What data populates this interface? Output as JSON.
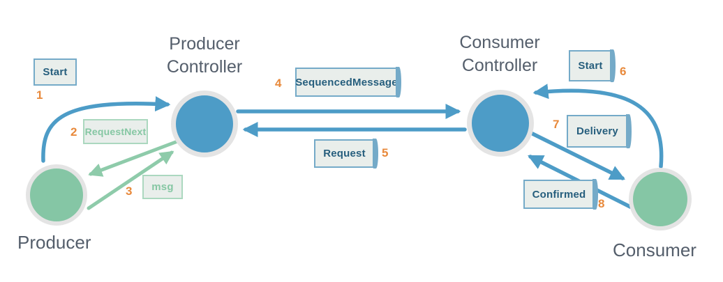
{
  "nodes": {
    "producer": {
      "label": "Producer"
    },
    "producer_controller": {
      "line1": "Producer",
      "line2": "Controller"
    },
    "consumer_controller": {
      "line1": "Consumer",
      "line2": "Controller"
    },
    "consumer": {
      "label": "Consumer"
    }
  },
  "messages": {
    "start_producer": {
      "step": "1",
      "label": "Start"
    },
    "request_next": {
      "step": "2",
      "label": "RequestNext"
    },
    "msg": {
      "step": "3",
      "label": "msg"
    },
    "sequenced_message": {
      "step": "4",
      "label": "SequencedMessage"
    },
    "request": {
      "step": "5",
      "label": "Request"
    },
    "start_consumer": {
      "step": "6",
      "label": "Start"
    },
    "delivery": {
      "step": "7",
      "label": "Delivery"
    },
    "confirmed": {
      "step": "8",
      "label": "Confirmed"
    }
  },
  "colors": {
    "arrow_blue": "#4d9cc7",
    "arrow_green": "#8ecbaa",
    "node_blue": "#4d9cc7",
    "node_green": "#85c6a5",
    "node_ring": "#e4e4e4",
    "box_fill": "#e9eeeb",
    "box_border_blue": "#74aac8",
    "box_border_green": "#abd8bf",
    "box_text_blue": "#265e7d",
    "box_text_green": "#85c7a3",
    "step_number": "#e8893b",
    "label_text": "#545e6b"
  }
}
